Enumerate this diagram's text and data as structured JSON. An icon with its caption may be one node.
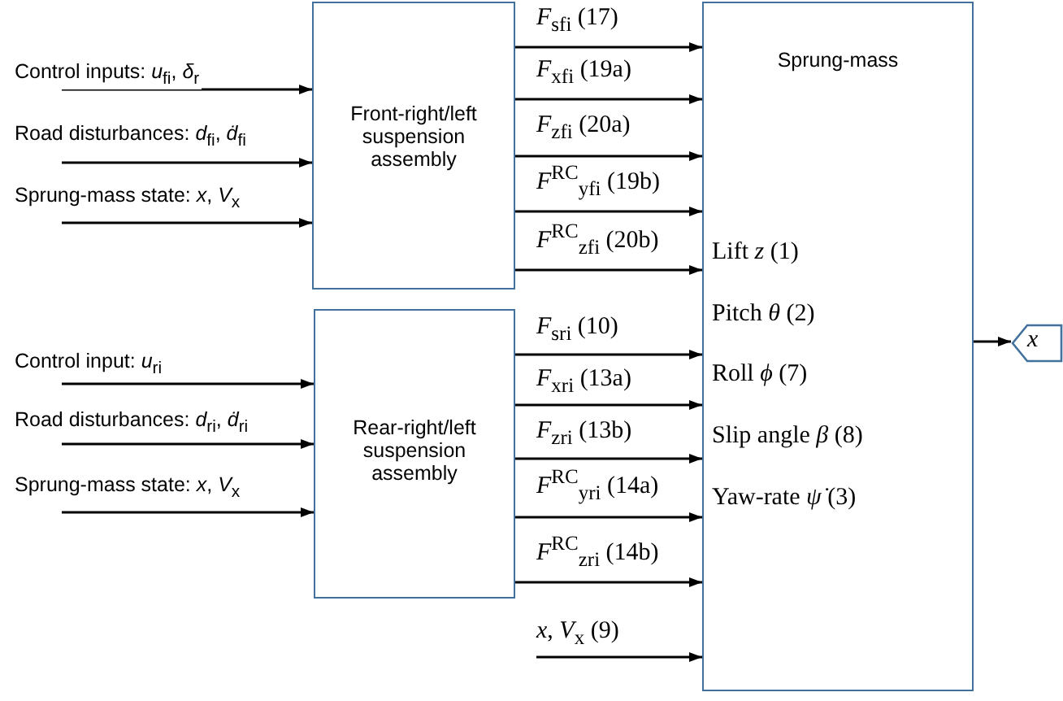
{
  "diagram": {
    "nodes": [
      {
        "text": [
          "Front-right/left suspension assembly"
        ]
      },
      {
        "text": [
          "Rear-right/left suspension assembly"
        ]
      },
      {
        "text": [
          "Sprung-mass",
          "Lift *z* (1)",
          "Pitch *θ* (2)",
          "Roll *ϕ* (7)",
          "Slip angle *β* (8)",
          "Yaw-rate *ψ̇* (3)"
        ]
      },
      {
        "text": [
          "*x*"
        ]
      }
    ],
    "edges": [
      {
        "from": null,
        "to": 0,
        "arrow": "to",
        "label": "Control inputs: *u*$_{fi}$, *δ*$_{r}$"
      },
      {
        "from": null,
        "to": 0,
        "arrow": "to",
        "label": "Road disturbances: *d*$_{fi}$, *ḋ*$_{fi}$"
      },
      {
        "from": null,
        "to": 0,
        "arrow": "to",
        "label": "Sprung-mass state: *x*, *V*$_{x}$"
      },
      {
        "from": null,
        "to": 1,
        "arrow": "to",
        "label": "Control input: *u*$_{ri}$"
      },
      {
        "from": null,
        "to": 1,
        "arrow": "to",
        "label": "Road disturbances: *d*$_{ri}$, *ḋ*$_{ri}$"
      },
      {
        "from": null,
        "to": 1,
        "arrow": "to",
        "label": "Sprung-mass state: *x*, *V*$_{x}$"
      },
      {
        "from": 0,
        "to": 2,
        "arrow": "to",
        "label": "*F*$_{sfi}$ (17)"
      },
      {
        "from": 0,
        "to": 2,
        "arrow": "to",
        "label": "*F*$_{xfi}$ (19a)"
      },
      {
        "from": 0,
        "to": 2,
        "arrow": "to",
        "label": "*F*$_{zfi}$ (20a)"
      },
      {
        "from": 0,
        "to": 2,
        "arrow": "to",
        "label": "*F*$^{RC}$$_{yfi}$ (19b)"
      },
      {
        "from": 0,
        "to": 2,
        "arrow": "to",
        "label": "*F*$^{RC}$$_{zfi}$ (20b)"
      },
      {
        "from": 1,
        "to": 2,
        "arrow": "to",
        "label": "*F*$_{sri}$ (10)"
      },
      {
        "from": 1,
        "to": 2,
        "arrow": "to",
        "label": "*F*$_{xri}$ (13a)"
      },
      {
        "from": 1,
        "to": 2,
        "arrow": "to",
        "label": "*F*$_{zri}$ (13b)"
      },
      {
        "from": 1,
        "to": 2,
        "arrow": "to",
        "label": "*F*$^{RC}$$_{yri}$ (14a)"
      },
      {
        "from": 1,
        "to": 2,
        "arrow": "to",
        "label": "*F*$^{RC}$$_{zri}$ (14b)"
      },
      {
        "from": null,
        "to": 2,
        "arrow": "to",
        "label": "*x*, *V*$_{x}$ (9)"
      },
      {
        "from": 2,
        "to": 3,
        "arrow": "to"
      }
    ]
  }
}
